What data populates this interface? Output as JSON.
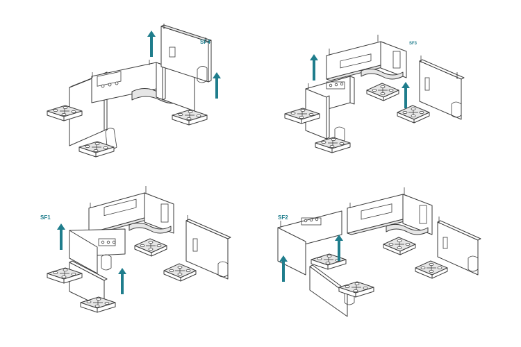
{
  "steps": [
    {
      "label": "SF4"
    },
    {
      "label": "SF3"
    },
    {
      "label": "SF1"
    },
    {
      "label": "SF2"
    }
  ],
  "colors": {
    "accent": "#1f7d8c",
    "line": "#3a3a3a"
  }
}
